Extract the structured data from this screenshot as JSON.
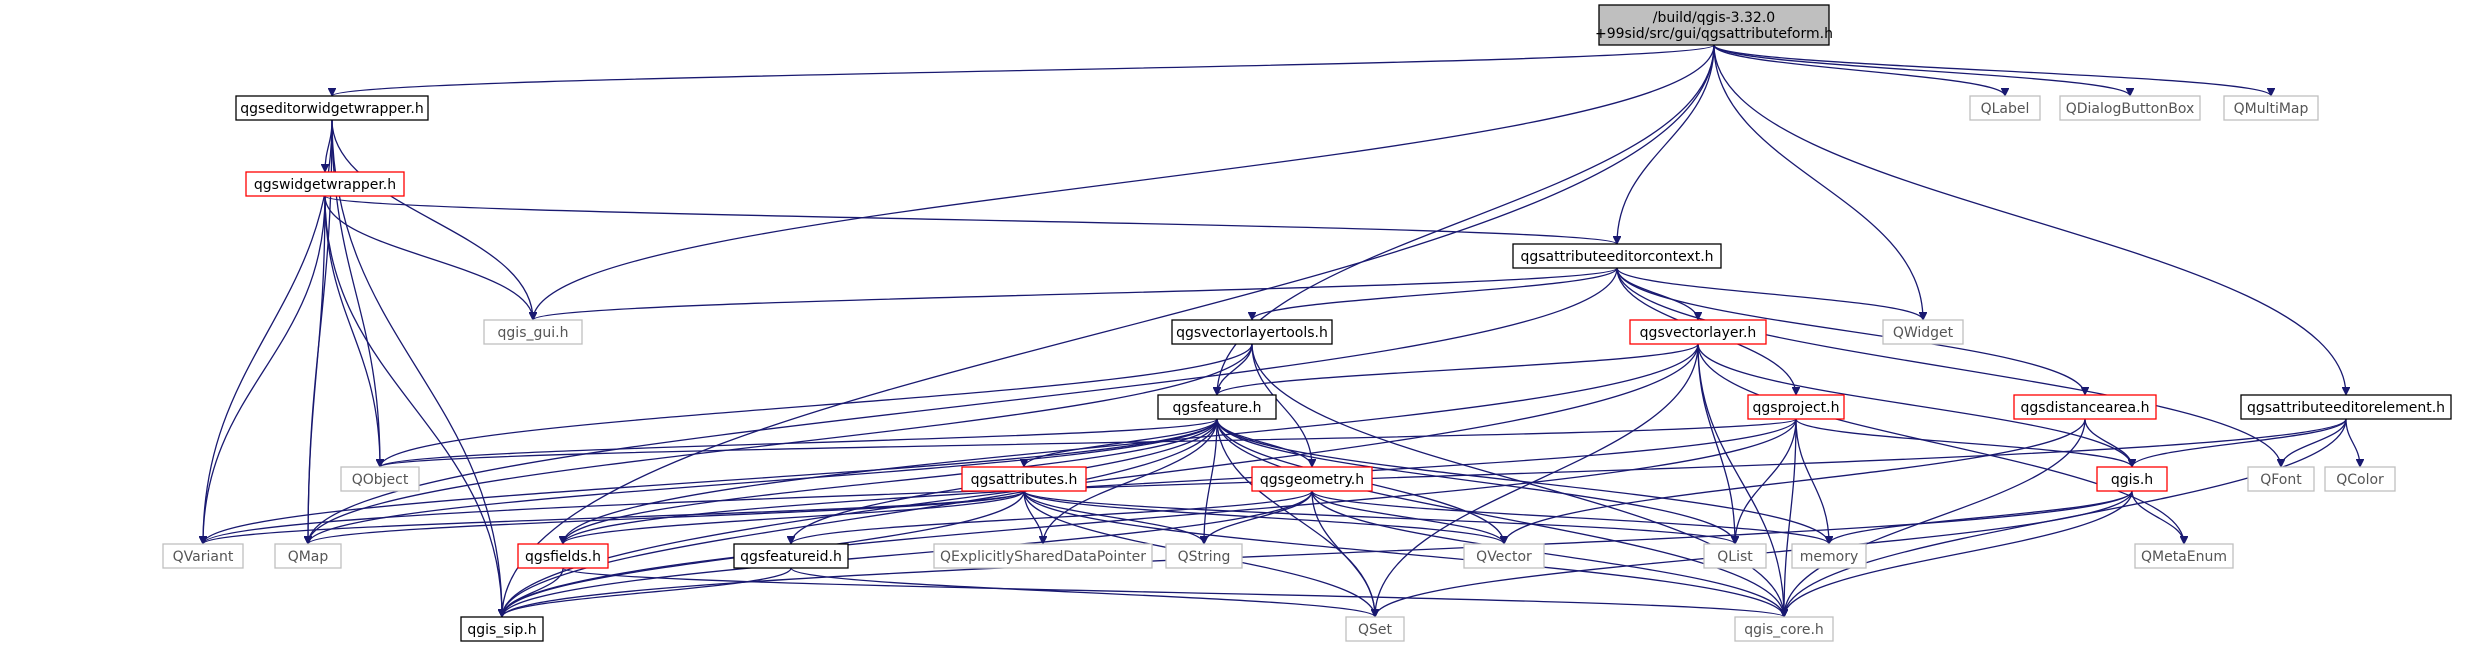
{
  "colors": {
    "edge": "#191970",
    "focus_fill": "#bfbfbf",
    "focus_stroke": "#000000",
    "documented_stroke": "#000000",
    "truncated_stroke": "#ff0000",
    "external_stroke": "#bfbfbf",
    "external_text": "#555555"
  },
  "nodes": [
    {
      "id": "root",
      "lines": [
        "/build/qgis-3.32.0",
        "+99sid/src/gui/qgsattributeform.h"
      ],
      "kind": "focus"
    },
    {
      "id": "qgseditorwidgetwrapper",
      "lines": [
        "qgseditorwidgetwrapper.h"
      ],
      "kind": "documented"
    },
    {
      "id": "qlabel",
      "lines": [
        "QLabel"
      ],
      "kind": "external"
    },
    {
      "id": "qdialogbuttonbox",
      "lines": [
        "QDialogButtonBox"
      ],
      "kind": "external"
    },
    {
      "id": "qmultimap",
      "lines": [
        "QMultiMap"
      ],
      "kind": "external"
    },
    {
      "id": "qgswidgetwrapper",
      "lines": [
        "qgswidgetwrapper.h"
      ],
      "kind": "truncated"
    },
    {
      "id": "qgsattributeeditorcontext",
      "lines": [
        "qgsattributeeditorcontext.h"
      ],
      "kind": "documented"
    },
    {
      "id": "qgis_gui",
      "lines": [
        "qgis_gui.h"
      ],
      "kind": "external"
    },
    {
      "id": "qwidget",
      "lines": [
        "QWidget"
      ],
      "kind": "external"
    },
    {
      "id": "qgsvectorlayertools",
      "lines": [
        "qgsvectorlayertools.h"
      ],
      "kind": "documented"
    },
    {
      "id": "qgsvectorlayer",
      "lines": [
        "qgsvectorlayer.h"
      ],
      "kind": "truncated"
    },
    {
      "id": "qgsfeature",
      "lines": [
        "qgsfeature.h"
      ],
      "kind": "documented"
    },
    {
      "id": "qgsproject",
      "lines": [
        "qgsproject.h"
      ],
      "kind": "truncated"
    },
    {
      "id": "qgsdistancearea",
      "lines": [
        "qgsdistancearea.h"
      ],
      "kind": "truncated"
    },
    {
      "id": "qgsattributeeditorelement",
      "lines": [
        "qgsattributeeditorelement.h"
      ],
      "kind": "documented"
    },
    {
      "id": "qobject",
      "lines": [
        "QObject"
      ],
      "kind": "external"
    },
    {
      "id": "qgsattributes",
      "lines": [
        "qgsattributes.h"
      ],
      "kind": "truncated"
    },
    {
      "id": "qgsgeometry",
      "lines": [
        "qgsgeometry.h"
      ],
      "kind": "truncated"
    },
    {
      "id": "qgis_h",
      "lines": [
        "qgis.h"
      ],
      "kind": "truncated"
    },
    {
      "id": "qfont",
      "lines": [
        "QFont"
      ],
      "kind": "external"
    },
    {
      "id": "qcolor",
      "lines": [
        "QColor"
      ],
      "kind": "external"
    },
    {
      "id": "qvariant",
      "lines": [
        "QVariant"
      ],
      "kind": "external"
    },
    {
      "id": "qmap",
      "lines": [
        "QMap"
      ],
      "kind": "external"
    },
    {
      "id": "qgsfields",
      "lines": [
        "qgsfields.h"
      ],
      "kind": "truncated"
    },
    {
      "id": "qgsfeatureid",
      "lines": [
        "qgsfeatureid.h"
      ],
      "kind": "documented"
    },
    {
      "id": "qexplicitlyshareddatapointer",
      "lines": [
        "QExplicitlySharedDataPointer"
      ],
      "kind": "external"
    },
    {
      "id": "qstring",
      "lines": [
        "QString"
      ],
      "kind": "external"
    },
    {
      "id": "qvector",
      "lines": [
        "QVector"
      ],
      "kind": "external"
    },
    {
      "id": "qlist",
      "lines": [
        "QList"
      ],
      "kind": "external"
    },
    {
      "id": "memory",
      "lines": [
        "memory"
      ],
      "kind": "external"
    },
    {
      "id": "qmetaenum",
      "lines": [
        "QMetaEnum"
      ],
      "kind": "external"
    },
    {
      "id": "qgis_sip",
      "lines": [
        "qgis_sip.h"
      ],
      "kind": "documented"
    },
    {
      "id": "qset",
      "lines": [
        "QSet"
      ],
      "kind": "external"
    },
    {
      "id": "qgis_core",
      "lines": [
        "qgis_core.h"
      ],
      "kind": "external"
    }
  ],
  "edges": [
    [
      "root",
      "qgis_sip"
    ],
    [
      "root",
      "qgseditorwidgetwrapper"
    ],
    [
      "root",
      "qgis_gui"
    ],
    [
      "root",
      "qgsfeature"
    ],
    [
      "root",
      "qgsattributeeditorcontext"
    ],
    [
      "root",
      "qwidget"
    ],
    [
      "root",
      "qgsattributeeditorelement"
    ],
    [
      "root",
      "qlabel"
    ],
    [
      "root",
      "qdialogbuttonbox"
    ],
    [
      "root",
      "qmultimap"
    ],
    [
      "qgseditorwidgetwrapper",
      "qgswidgetwrapper"
    ],
    [
      "qgseditorwidgetwrapper",
      "qgis_gui"
    ],
    [
      "qgseditorwidgetwrapper",
      "qobject"
    ],
    [
      "qgseditorwidgetwrapper",
      "qvariant"
    ],
    [
      "qgseditorwidgetwrapper",
      "qmap"
    ],
    [
      "qgseditorwidgetwrapper",
      "qgis_sip"
    ],
    [
      "qgswidgetwrapper",
      "qgsattributeeditorcontext"
    ],
    [
      "qgswidgetwrapper",
      "qgis_gui"
    ],
    [
      "qgswidgetwrapper",
      "qobject"
    ],
    [
      "qgswidgetwrapper",
      "qvariant"
    ],
    [
      "qgswidgetwrapper",
      "qmap"
    ],
    [
      "qgswidgetwrapper",
      "qgis_sip"
    ],
    [
      "qgsattributeeditorcontext",
      "qgis_gui"
    ],
    [
      "qgsattributeeditorcontext",
      "qwidget"
    ],
    [
      "qgsattributeeditorcontext",
      "qgsvectorlayertools"
    ],
    [
      "qgsattributeeditorcontext",
      "qgsvectorlayer"
    ],
    [
      "qgsattributeeditorcontext",
      "qgsproject"
    ],
    [
      "qgsattributeeditorcontext",
      "qgsdistancearea"
    ],
    [
      "qgsattributeeditorcontext",
      "qmap"
    ],
    [
      "qgsattributeeditorcontext",
      "qfont"
    ],
    [
      "qgsvectorlayertools",
      "qobject"
    ],
    [
      "qgsvectorlayertools",
      "qgsfeature"
    ],
    [
      "qgsvectorlayertools",
      "qgsgeometry"
    ],
    [
      "qgsvectorlayertools",
      "qgis_core"
    ],
    [
      "qgsvectorlayertools",
      "qmap"
    ],
    [
      "qgsvectorlayer",
      "qgsfeature"
    ],
    [
      "qgsvectorlayer",
      "qlist"
    ],
    [
      "qgsvectorlayer",
      "qgis_h"
    ],
    [
      "qgsvectorlayer",
      "qgis_core"
    ],
    [
      "qgsvectorlayer",
      "qset"
    ],
    [
      "qgsvectorlayer",
      "qgsfields"
    ],
    [
      "qgsvectorlayer",
      "qgis_sip"
    ],
    [
      "qgsvectorlayer",
      "qmetaenum"
    ],
    [
      "qgsfeature",
      "qobject"
    ],
    [
      "qgsfeature",
      "qgsattributes"
    ],
    [
      "qgsfeature",
      "qgsgeometry"
    ],
    [
      "qgsfeature",
      "qstring"
    ],
    [
      "qgsfeature",
      "qlist"
    ],
    [
      "qgsfeature",
      "qvariant"
    ],
    [
      "qgsfeature",
      "qmap"
    ],
    [
      "qgsfeature",
      "qvector"
    ],
    [
      "qgsfeature",
      "memory"
    ],
    [
      "qgsfeature",
      "qgsfields"
    ],
    [
      "qgsfeature",
      "qgsfeatureid"
    ],
    [
      "qgsfeature",
      "qexplicitlyshareddatapointer"
    ],
    [
      "qgsfeature",
      "qgis_sip"
    ],
    [
      "qgsfeature",
      "qgis_core"
    ],
    [
      "qgsfeature",
      "qset"
    ],
    [
      "qgsproject",
      "qgis_h"
    ],
    [
      "qgsproject",
      "qlist"
    ],
    [
      "qgsproject",
      "memory"
    ],
    [
      "qgsproject",
      "qgis_core"
    ],
    [
      "qgsproject",
      "qobject"
    ],
    [
      "qgsproject",
      "qgsfields"
    ],
    [
      "qgsproject",
      "qgis_sip"
    ],
    [
      "qgsdistancearea",
      "qgis_h"
    ],
    [
      "qgsdistancearea",
      "qvector"
    ],
    [
      "qgsdistancearea",
      "qgis_core"
    ],
    [
      "qgsattributeeditorelement",
      "qgis_h"
    ],
    [
      "qgsattributeeditorelement",
      "qfont"
    ],
    [
      "qgsattributeeditorelement",
      "qcolor"
    ],
    [
      "qgsattributeeditorelement",
      "qgis_core"
    ],
    [
      "qgsattributeeditorelement",
      "qvariant"
    ],
    [
      "qgsattributes",
      "qvariant"
    ],
    [
      "qgsattributes",
      "qmap"
    ],
    [
      "qgsattributes",
      "qgsfields"
    ],
    [
      "qgsattributes",
      "qexplicitlyshareddatapointer"
    ],
    [
      "qgsattributes",
      "qstring"
    ],
    [
      "qgsattributes",
      "qvector"
    ],
    [
      "qgsattributes",
      "qlist"
    ],
    [
      "qgsattributes",
      "qgis_core"
    ],
    [
      "qgsattributes",
      "qgis_sip"
    ],
    [
      "qgsattributes",
      "qset"
    ],
    [
      "qgsgeometry",
      "qstring"
    ],
    [
      "qgsgeometry",
      "qvector"
    ],
    [
      "qgsgeometry",
      "memory"
    ],
    [
      "qgsgeometry",
      "qgis_core"
    ],
    [
      "qgsgeometry",
      "qgis_sip"
    ],
    [
      "qgsgeometry",
      "qset"
    ],
    [
      "qgsgeometry",
      "qgsfeatureid"
    ],
    [
      "qgis_h",
      "qmetaenum"
    ],
    [
      "qgis_h",
      "memory"
    ],
    [
      "qgis_h",
      "qgis_core"
    ],
    [
      "qgis_h",
      "qgis_sip"
    ],
    [
      "qgis_h",
      "qset"
    ],
    [
      "qgsfields",
      "qgis_sip"
    ],
    [
      "qgsfields",
      "qgis_core"
    ],
    [
      "qgsfeatureid",
      "qgis_sip"
    ],
    [
      "qgsfeatureid",
      "qset"
    ]
  ]
}
